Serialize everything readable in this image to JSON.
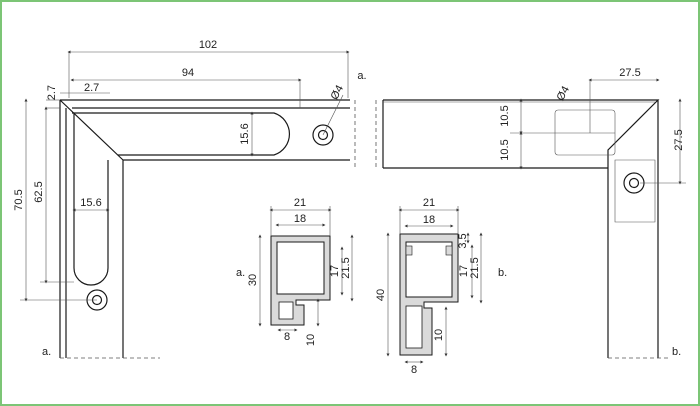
{
  "left_drawing": {
    "dim_overall_width": "102",
    "dim_inner_width": "94",
    "dim_corner_top": "2.7",
    "dim_corner_side": "2.7",
    "dim_slot_height": "15.6",
    "dim_hole": "Ø4",
    "dim_total_height": "70.5",
    "dim_vertical_slot": "62.5",
    "dim_vertical_slot_width": "15.6",
    "label_cut_a": "a.",
    "label_bottom_a": "a."
  },
  "right_drawing": {
    "dim_hole": "Ø4",
    "dim_width": "27.5",
    "dim_height": "27.5",
    "dim_a": "10.5",
    "dim_b": "10.5",
    "label_bottom_b": "b."
  },
  "profile_a": {
    "label": "a.",
    "dim_outer_width": "21",
    "dim_inner_width": "18",
    "dim_height": "30",
    "dim_inner_height": "17",
    "dim_outer_height": "21.5",
    "dim_foot_width": "8",
    "dim_foot_height": "10"
  },
  "profile_b": {
    "label": "b.",
    "dim_outer_width": "21",
    "dim_inner_width": "18",
    "dim_height": "40",
    "dim_top": "3.5",
    "dim_inner_height": "17",
    "dim_outer_height": "21.5",
    "dim_foot_width": "8",
    "dim_foot_height": "10"
  }
}
